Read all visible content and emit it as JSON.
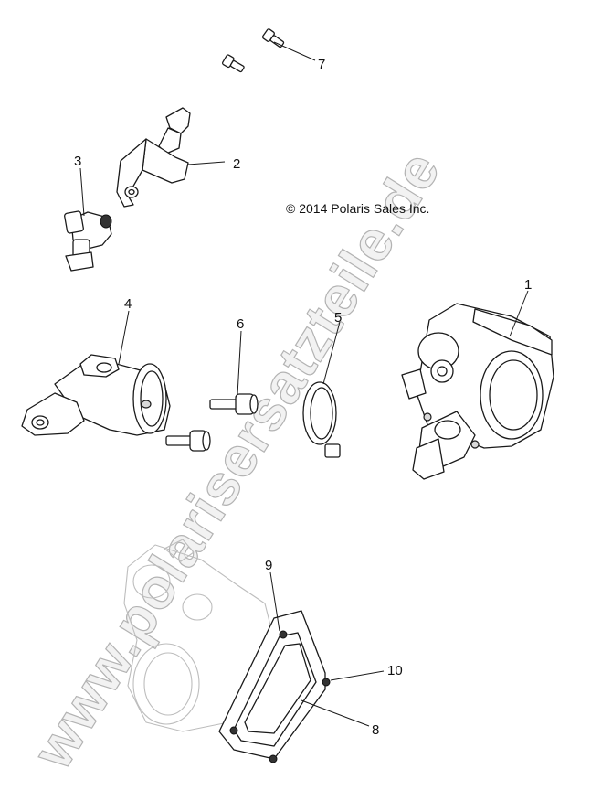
{
  "copyright": "© 2014 Polaris Sales Inc.",
  "watermark": "www.polarisersatzteile.de",
  "callouts": [
    "1",
    "2",
    "3",
    "4",
    "5",
    "6",
    "7",
    "8",
    "9",
    "10"
  ],
  "colors": {
    "line": "#1a1a1a",
    "watermark_fill": "#f2f2f2",
    "watermark_stroke": "#b3b3b3",
    "ghost": "#bdbdbd"
  }
}
